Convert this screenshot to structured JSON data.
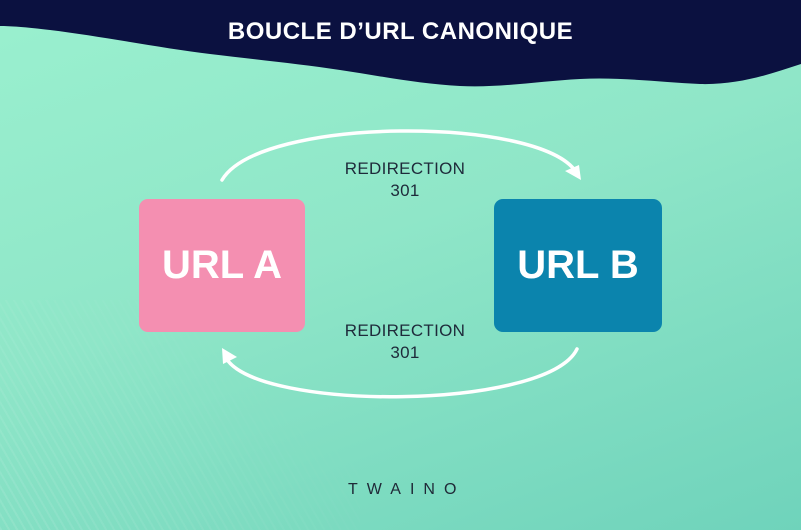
{
  "title": "BOUCLE D’URL CANONIQUE",
  "nodes": [
    {
      "label": "URL A",
      "color": "#f48fb1"
    },
    {
      "label": "URL B",
      "color": "#0b84ad"
    }
  ],
  "edges": [
    {
      "from": "URL A",
      "to": "URL B",
      "label_line1": "REDIRECTION",
      "label_line2": "301"
    },
    {
      "from": "URL B",
      "to": "URL A",
      "label_line1": "REDIRECTION",
      "label_line2": "301"
    }
  ],
  "brand": {
    "name": "TWAINO",
    "icon": "leaf-icon"
  },
  "colors": {
    "header": "#0b1140",
    "arrow": "#ffffff",
    "text_dark": "#1e2a3a"
  }
}
